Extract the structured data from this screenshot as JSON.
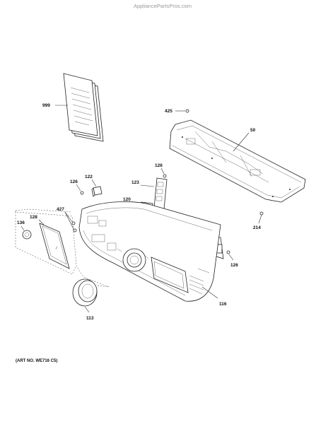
{
  "watermark": "AppliancePartsPros.com",
  "art_number": "(ART NO. WE716 C5)",
  "callouts": {
    "c999": "999",
    "c425": "425",
    "c50": "50",
    "c126a": "126",
    "c122": "122",
    "c126b": "126",
    "c123": "123",
    "c120": "120",
    "c427": "427",
    "c128": "128",
    "c136": "136",
    "c214": "214",
    "c126c": "126",
    "c116": "116",
    "c113": "113"
  }
}
